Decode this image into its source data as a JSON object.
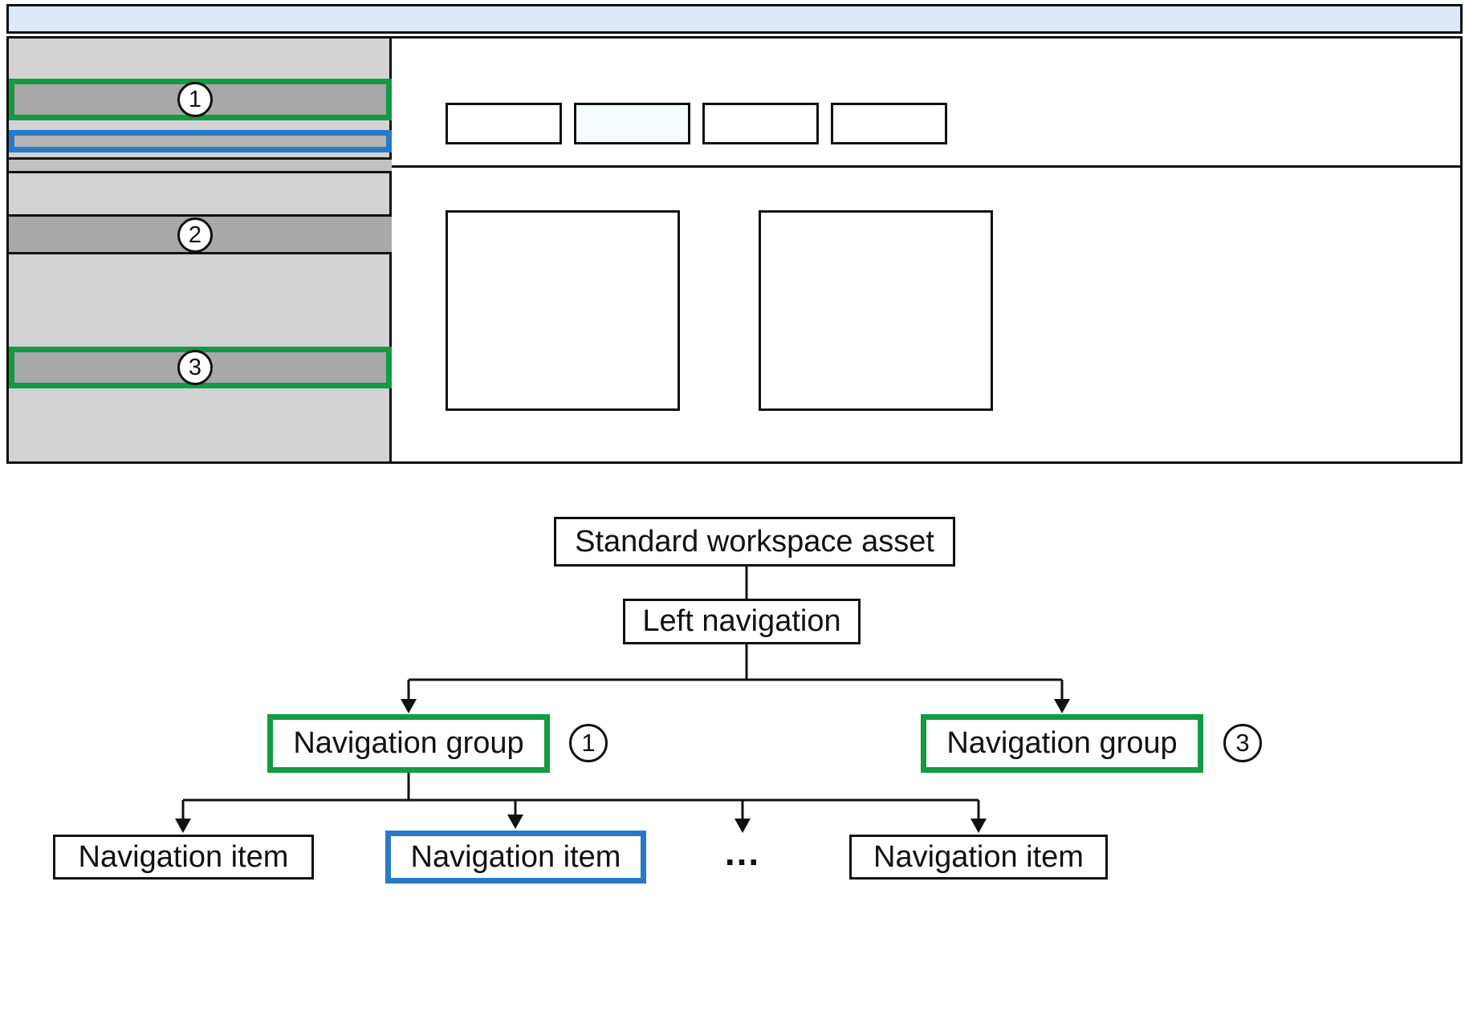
{
  "colors": {
    "highlight_green": "#149a43",
    "highlight_blue": "#2779c7",
    "top_bar_blue": "#dbe9f8",
    "sidebar_gray": "#d2d2d2",
    "nav_bar_gray": "#a8a8a8",
    "line_black": "#111111"
  },
  "wireframe": {
    "badges": [
      {
        "label": "1"
      },
      {
        "label": "2"
      },
      {
        "label": "3"
      }
    ]
  },
  "tree": {
    "root_label": "Standard workspace asset",
    "left_nav_label": "Left navigation",
    "groups": [
      {
        "label": "Navigation group",
        "badge": "1"
      },
      {
        "label": "Navigation group",
        "badge": "3"
      }
    ],
    "items": [
      {
        "label": "Navigation item"
      },
      {
        "label": "Navigation item"
      },
      {
        "label": "..."
      },
      {
        "label": "Navigation item"
      }
    ]
  }
}
